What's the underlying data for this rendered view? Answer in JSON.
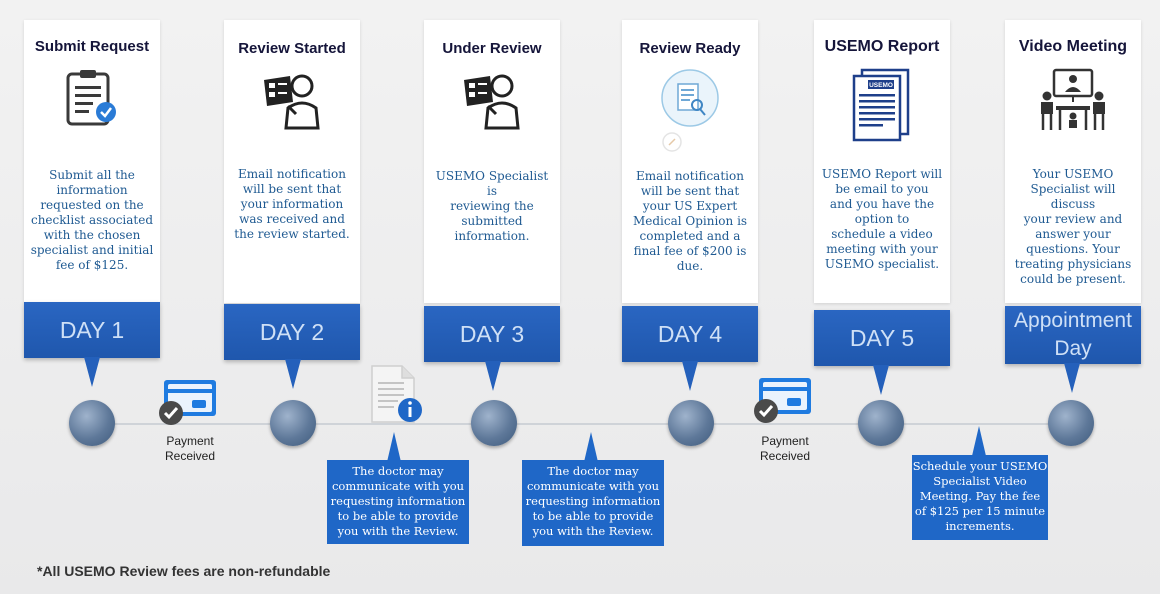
{
  "steps": [
    {
      "title": "Submit Request",
      "icon": "clipboard-check-icon",
      "body": "Submit all the\ninformation\nrequested on the\nchecklist associated\nwith the chosen\nspecialist and initial\nfee of $125.",
      "day": "DAY 1"
    },
    {
      "title": "Review Started",
      "icon": "reviewer-icon",
      "body": "Email notification\nwill be sent that\nyour information\nwas received and\nthe review started.",
      "day": "DAY 2"
    },
    {
      "title": "Under Review",
      "icon": "reviewer-icon",
      "body": "USEMO Specialist is\nreviewing the\nsubmitted\ninformation.",
      "day": "DAY 3"
    },
    {
      "title": "Review Ready",
      "icon": "document-search-icon",
      "body": "Email notification\nwill be sent that\nyour US Expert\nMedical Opinion is\ncompleted and a\nfinal fee of $200 is\ndue.",
      "day": "DAY 4"
    },
    {
      "title": "USEMO Report",
      "icon": "report-document-icon",
      "body": "USEMO Report will\nbe email to you\nand you have the\noption to\nschedule a video\nmeeting with your\nUSEMO specialist.",
      "day": "DAY 5"
    },
    {
      "title": "Video Meeting",
      "icon": "video-meeting-icon",
      "body": "Your USEMO\nSpecialist will discuss\nyour review and\nanswer your\nquestions. Your\ntreating physicians\ncould be present.",
      "day": "Appointment\nDay"
    }
  ],
  "payments": [
    {
      "label": "Payment\nReceived"
    },
    {
      "label": "Payment\nReceived"
    }
  ],
  "report_logo": "USEMO",
  "notes": [
    {
      "text": "The doctor may\ncommunicate with you\nrequesting information\nto be able to provide\nyou with the Review."
    },
    {
      "text": "The doctor may\ncommunicate with you\nrequesting information\nto be able to provide\nyou with the Review."
    },
    {
      "text": "Schedule your USEMO\nSpecialist Video\nMeeting. Pay the fee\nof $125 per 15 minute\nincrements."
    }
  ],
  "footnote": "*All USEMO Review fees are non-refundable",
  "colors": {
    "accent": "#1f67c7",
    "title": "#15153a",
    "body_text": "#1f5a92",
    "day_text": "#cfe0f6"
  }
}
